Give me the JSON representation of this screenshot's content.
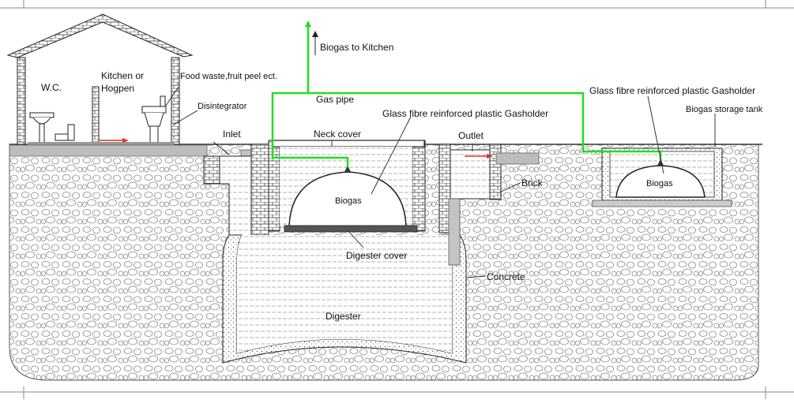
{
  "labels": {
    "wc": "W.C.",
    "kitchen_line1": "Kitchen or",
    "kitchen_line2": "Hogpen",
    "food_waste": "Food waste,fruit peel ect.",
    "disintegrator": "Disintegrator",
    "inlet": "Inlet",
    "biogas_to_kitchen": "Biogas to Kitchen",
    "gas_pipe": "Gas pipe",
    "gasholder_main": "Glass fibre reinforced plastic Gasholder",
    "neck_cover": "Neck cover",
    "outlet": "Outlet",
    "brick": "Brick",
    "biogas_main": "Biogas",
    "digester_cover": "Digester cover",
    "concrete": "Concrete",
    "digester": "Digester",
    "gasholder_storage": "Glass fibre reinforced plastic Gasholder",
    "storage_tank": "Biogas  storage tank",
    "biogas_storage": "Biogas"
  },
  "colors": {
    "gas_pipe": "#22dd22",
    "flow_arrow": "#e03020",
    "ground_hatch": "#9a9a9a",
    "line": "#222222",
    "slab": "#bdbdbd"
  }
}
